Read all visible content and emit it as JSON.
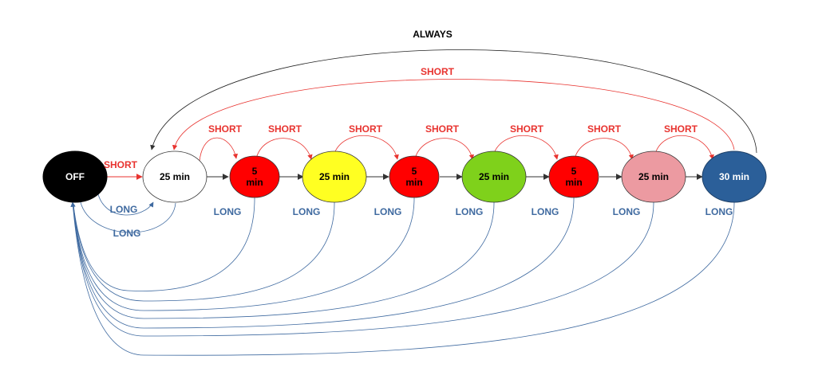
{
  "diagram": {
    "colors": {
      "short": "#e8332f",
      "long": "#3f6aa0",
      "always": "#222222",
      "next": "#333333"
    },
    "labels": {
      "always": "ALWAYS",
      "short_outer": "SHORT",
      "short_off": "SHORT",
      "long_off_1": "LONG",
      "long_off_2": "LONG",
      "short_1": "SHORT",
      "short_2": "SHORT",
      "short_3": "SHORT",
      "short_4": "SHORT",
      "short_5": "SHORT",
      "short_6": "SHORT",
      "short_7": "SHORT",
      "long_1": "LONG",
      "long_2": "LONG",
      "long_3": "LONG",
      "long_4": "LONG",
      "long_5": "LONG",
      "long_6": "LONG",
      "long_7": "LONG"
    },
    "states": [
      {
        "id": "off",
        "line1": "OFF",
        "line2": "",
        "fill": "#000000",
        "text_color": "#ffffff"
      },
      {
        "id": "work1",
        "line1": "25 min",
        "line2": "",
        "fill": "#ffffff",
        "text_color": "#000000"
      },
      {
        "id": "break1",
        "line1": "5",
        "line2": "min",
        "fill": "#ff0000",
        "text_color": "#000000"
      },
      {
        "id": "work2",
        "line1": "25 min",
        "line2": "",
        "fill": "#ffff22",
        "text_color": "#000000"
      },
      {
        "id": "break2",
        "line1": "5",
        "line2": "min",
        "fill": "#ff0000",
        "text_color": "#000000"
      },
      {
        "id": "work3",
        "line1": "25 min",
        "line2": "",
        "fill": "#7fd11b",
        "text_color": "#000000"
      },
      {
        "id": "break3",
        "line1": "5",
        "line2": "min",
        "fill": "#ff0000",
        "text_color": "#000000"
      },
      {
        "id": "work4",
        "line1": "25 min",
        "line2": "",
        "fill": "#ec9aa1",
        "text_color": "#000000"
      },
      {
        "id": "longbreak",
        "line1": "30 min",
        "line2": "",
        "fill": "#2b5f99",
        "text_color": "#ffffff"
      }
    ]
  }
}
